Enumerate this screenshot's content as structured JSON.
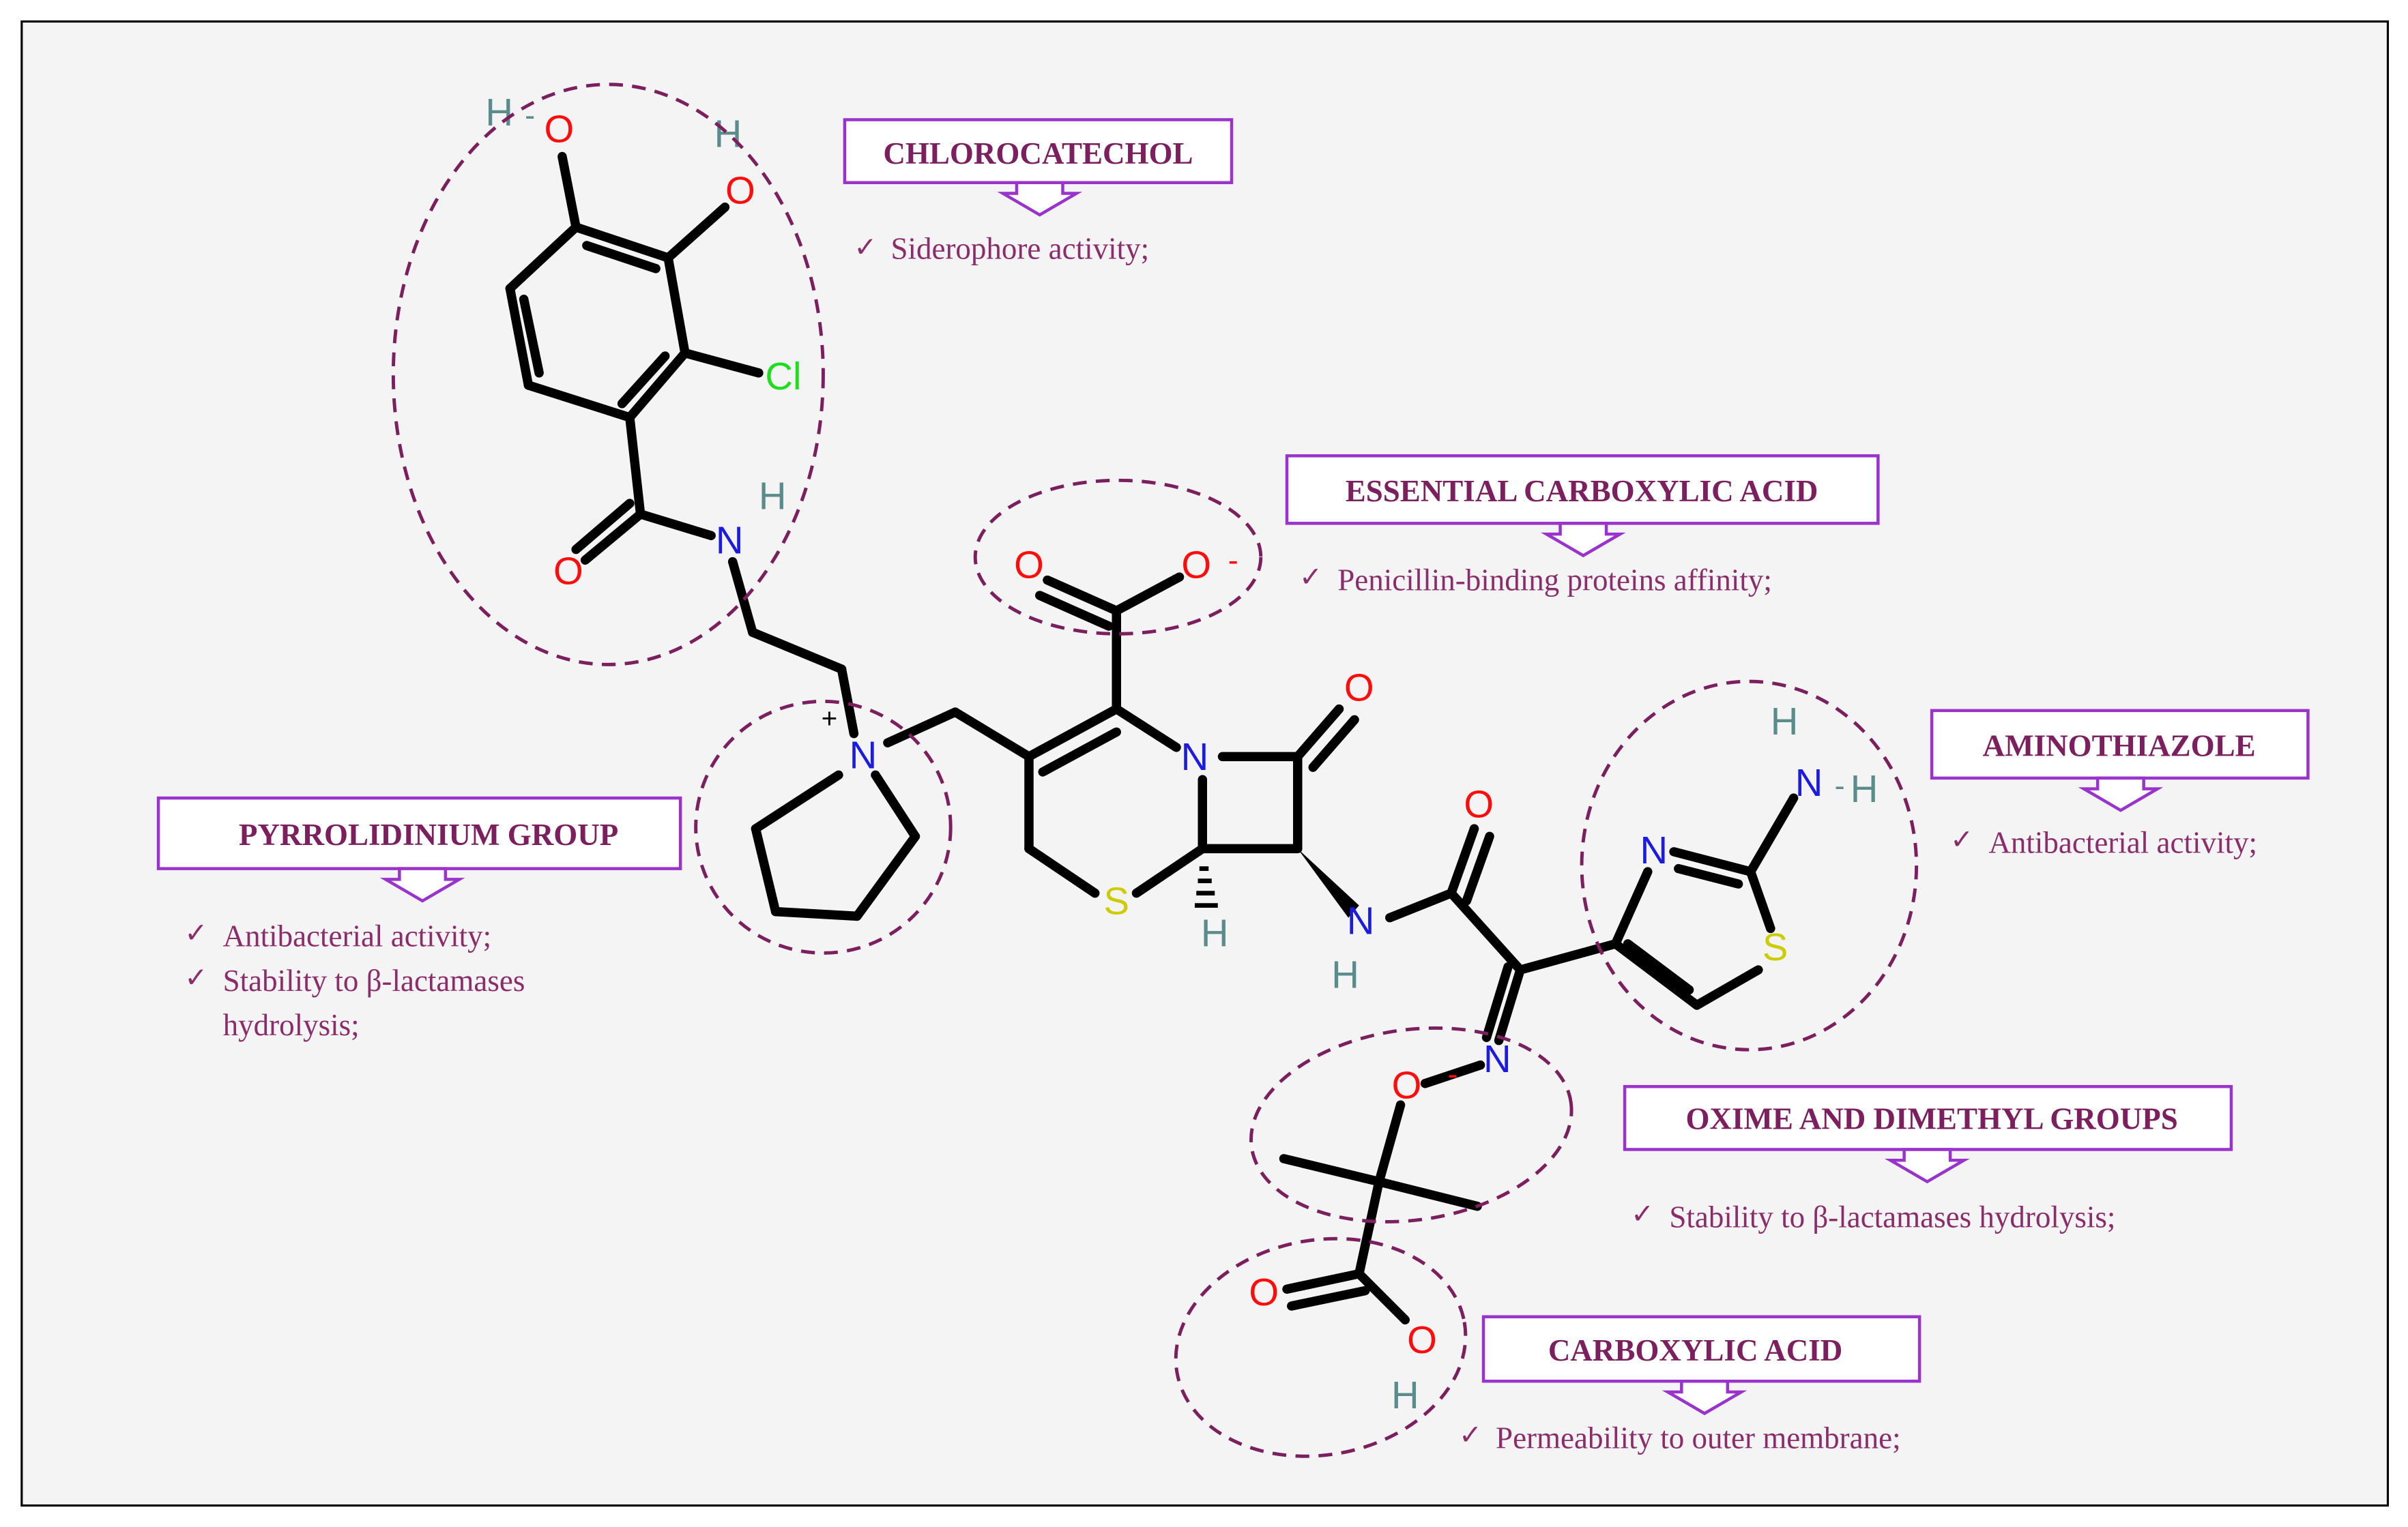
{
  "colors": {
    "background": "#F4F4F4",
    "frame": "#000000",
    "box_border": "#9933CC",
    "label_text": "#7B1F5E",
    "note_text": "#8B2D6B",
    "oval": "#7B1F5E",
    "oxygen": "#FF0D0D",
    "nitrogen": "#1C1CE0",
    "sulfur": "#CCCC00",
    "chlorine": "#1FDD1F",
    "hydrogen": "#5A8C8C"
  },
  "atoms": {
    "O": "O",
    "N": "N",
    "S": "S",
    "H": "H",
    "Cl": "Cl",
    "plus": "+",
    "minus": "-"
  },
  "check": "✓",
  "groups": {
    "chlorocatechol": {
      "title": "CHLOROCATECHOL",
      "notes": [
        "Siderophore activity;"
      ]
    },
    "essential_carboxylic_acid": {
      "title": "ESSENTIAL CARBOXYLIC ACID",
      "notes": [
        "Penicillin-binding proteins affinity;"
      ]
    },
    "aminothiazole": {
      "title": "AMINOTHIAZOLE",
      "notes": [
        "Antibacterial activity;"
      ]
    },
    "pyrrolidinium_group": {
      "title": "PYRROLIDINIUM GROUP",
      "notes": [
        "Antibacterial activity;",
        "Stability to β-lactamases",
        "hydrolysis;"
      ]
    },
    "oxime_dimethyl_groups": {
      "title": "OXIME AND DIMETHYL GROUPS",
      "notes": [
        "Stability to β-lactamases hydrolysis;"
      ]
    },
    "carboxylic_acid": {
      "title": "CARBOXYLIC ACID",
      "notes": [
        "Permeability to outer membrane;"
      ]
    }
  }
}
